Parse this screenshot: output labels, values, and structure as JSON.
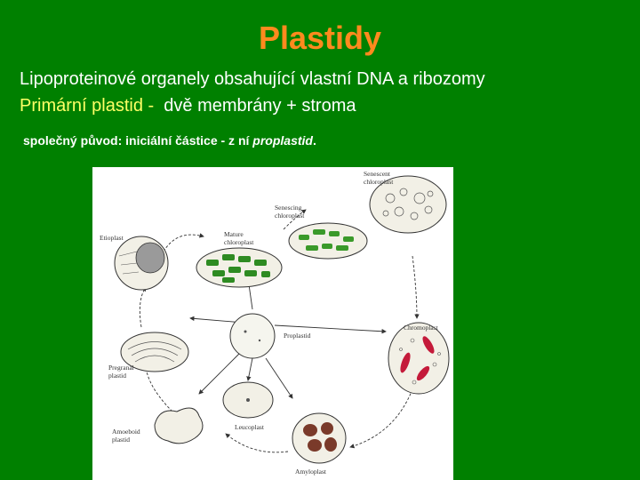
{
  "title": "Plastidy",
  "line1": "Lipoproteinové organely obsahující vlastní DNA a ribozomy",
  "line2": {
    "highlight": "Primární plastid -",
    "rest": "dvě membrány + stroma"
  },
  "line3": {
    "prefix": "společný původ: iniciální částice - z ní",
    "italic": "proplastid",
    "suffix": "."
  },
  "figure": {
    "labels": {
      "senescent": [
        "Senescent",
        "chloroplast"
      ],
      "senescing": [
        "Senescing",
        "chloroplast"
      ],
      "mature": [
        "Mature",
        "chloroplast"
      ],
      "etioplast": "Etioplast",
      "chromoplast": "Chromoplast",
      "proplastid": "Proplastid",
      "pregranal": [
        "Pregranal",
        "plastid"
      ],
      "leucoplast": "Leucoplast",
      "amoeboid": [
        "Amoeboid",
        "plastid"
      ],
      "amyloplast": "Amyloplast"
    }
  }
}
